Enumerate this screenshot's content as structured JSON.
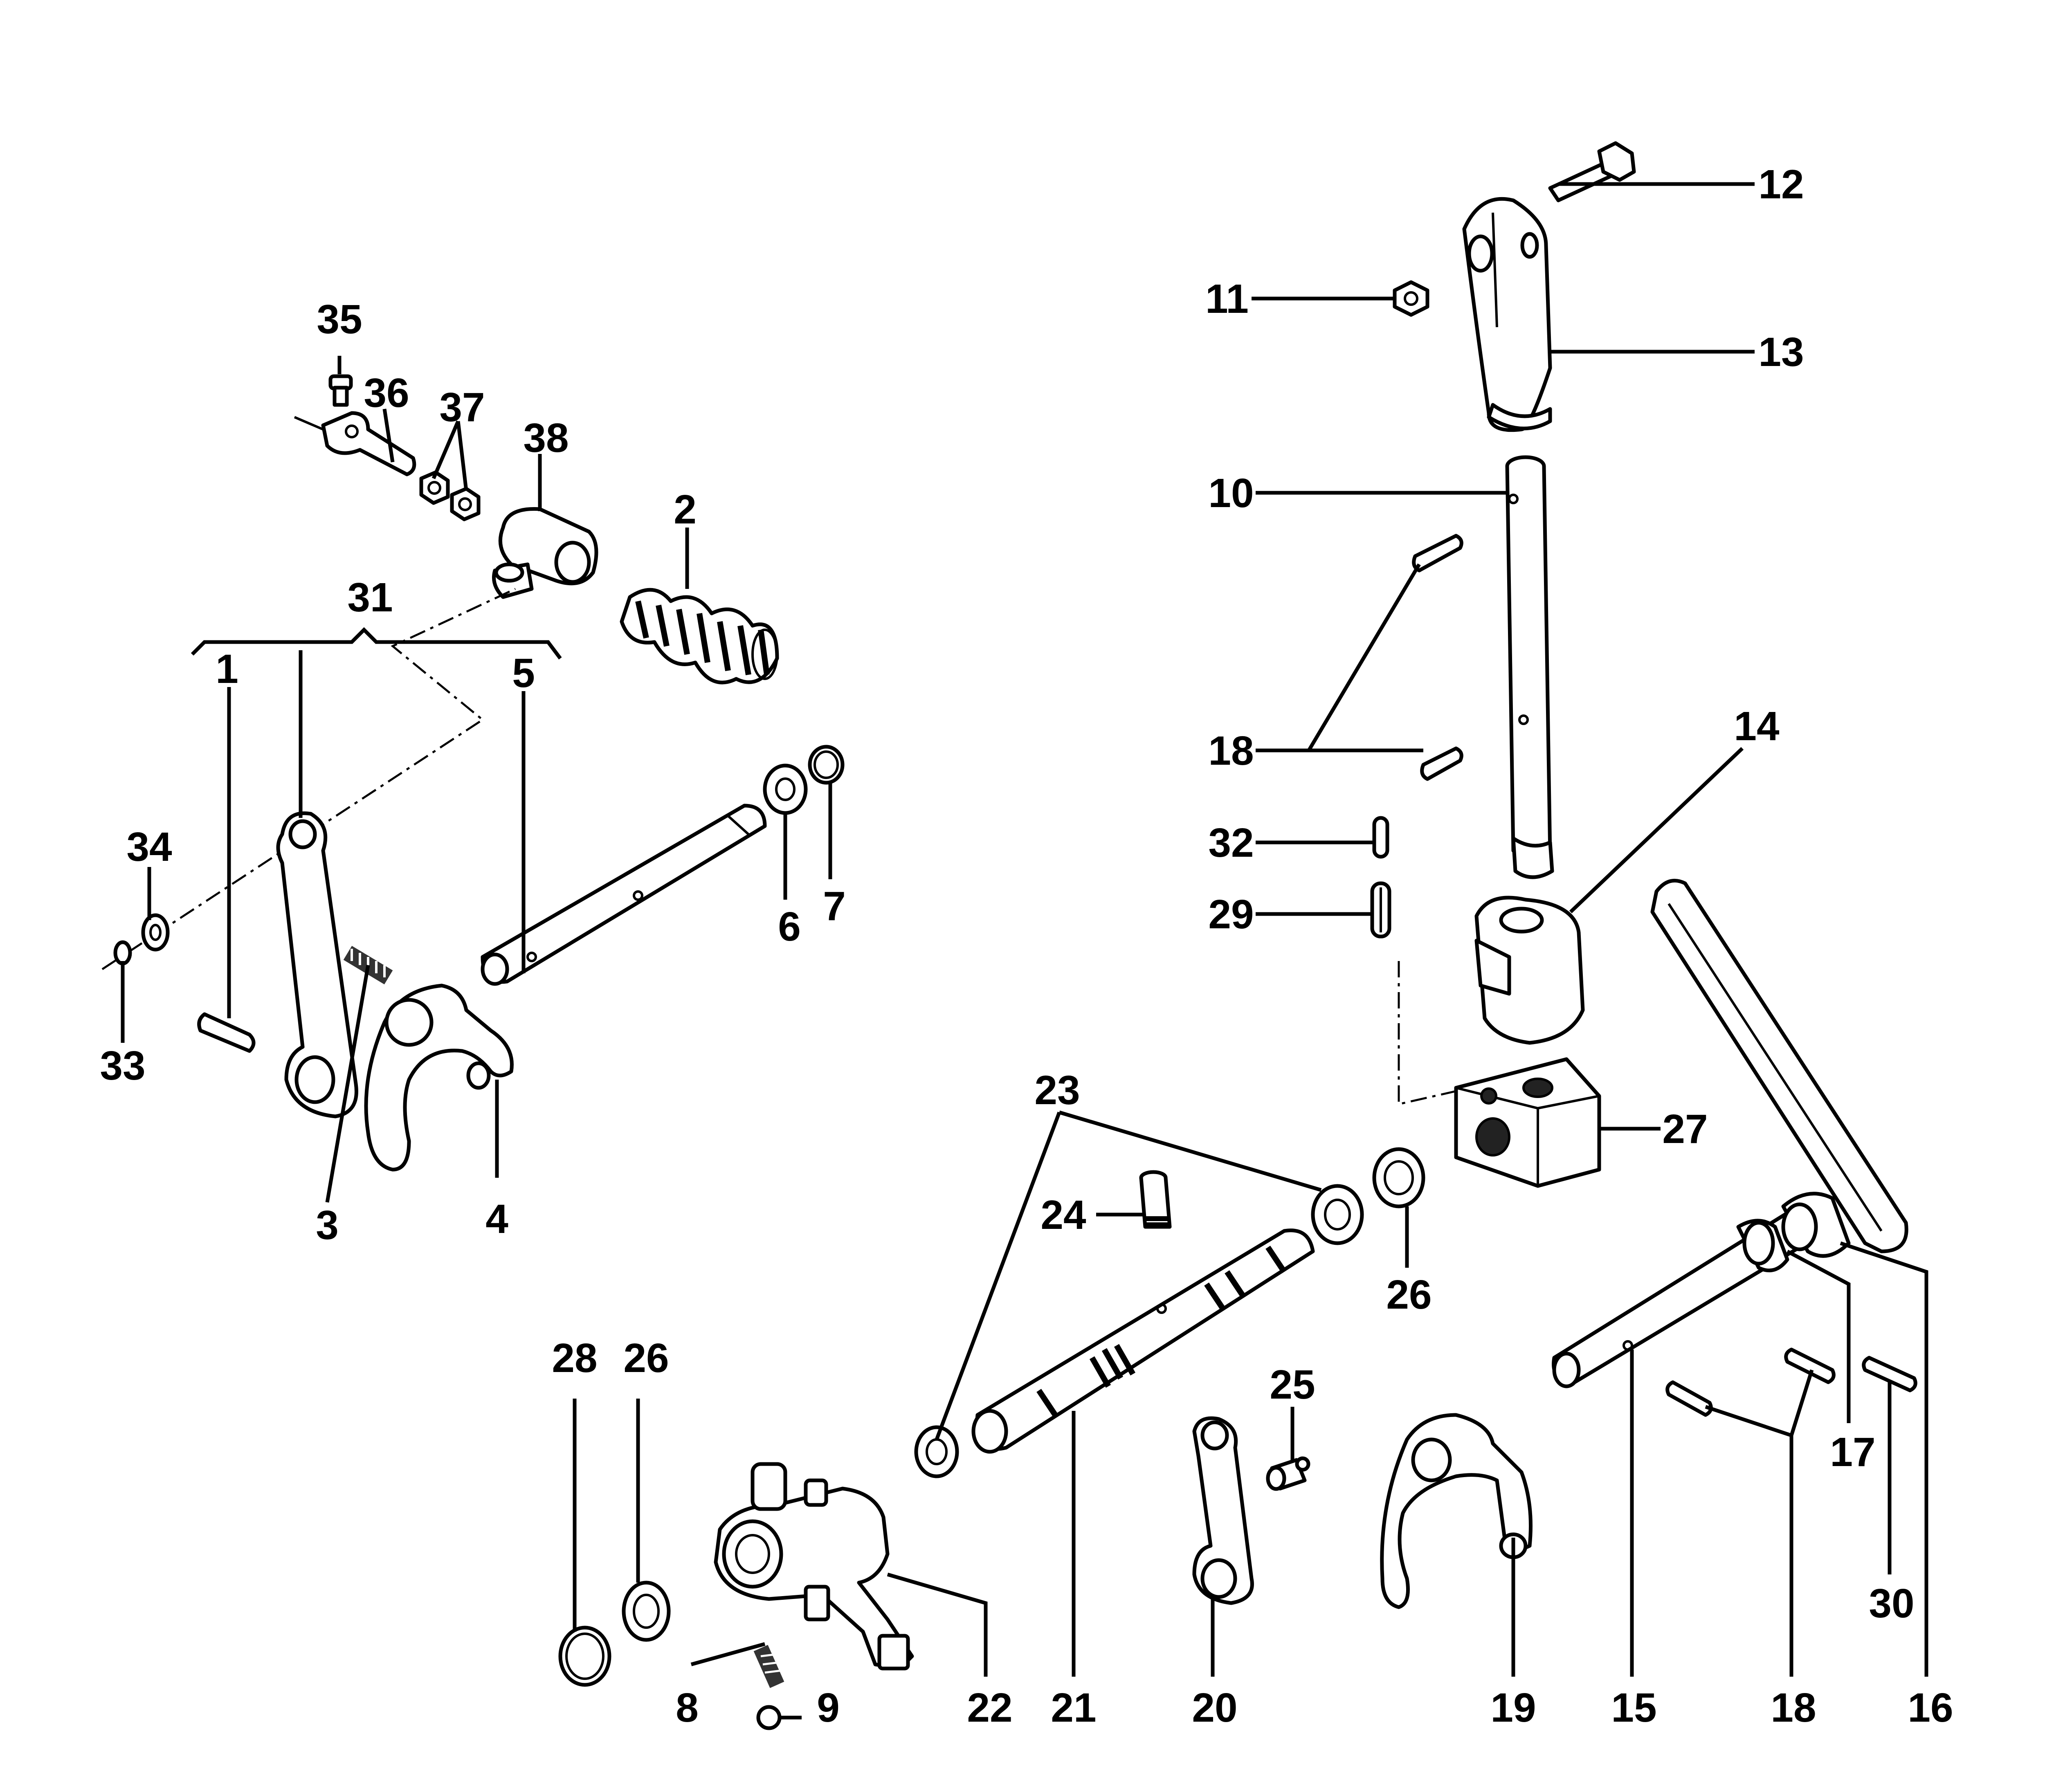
{
  "labels": {
    "p1": "1",
    "p2": "2",
    "p3": "3",
    "p4": "4",
    "p5": "5",
    "p6": "6",
    "p7": "7",
    "p8": "8",
    "p9": "9",
    "p10": "10",
    "p11": "11",
    "p12": "12",
    "p13": "13",
    "p14": "14",
    "p15": "15",
    "p16": "16",
    "p17": "17",
    "p18a": "18",
    "p18b": "18",
    "p19": "19",
    "p20": "20",
    "p21": "21",
    "p22": "22",
    "p23": "23",
    "p24": "24",
    "p25": "25",
    "p26a": "26",
    "p26b": "26",
    "p27": "27",
    "p28": "28",
    "p29": "29",
    "p30": "30",
    "p31": "31",
    "p32": "32",
    "p33": "33",
    "p34": "34",
    "p35": "35",
    "p36": "36",
    "p37": "37",
    "p38": "38"
  }
}
